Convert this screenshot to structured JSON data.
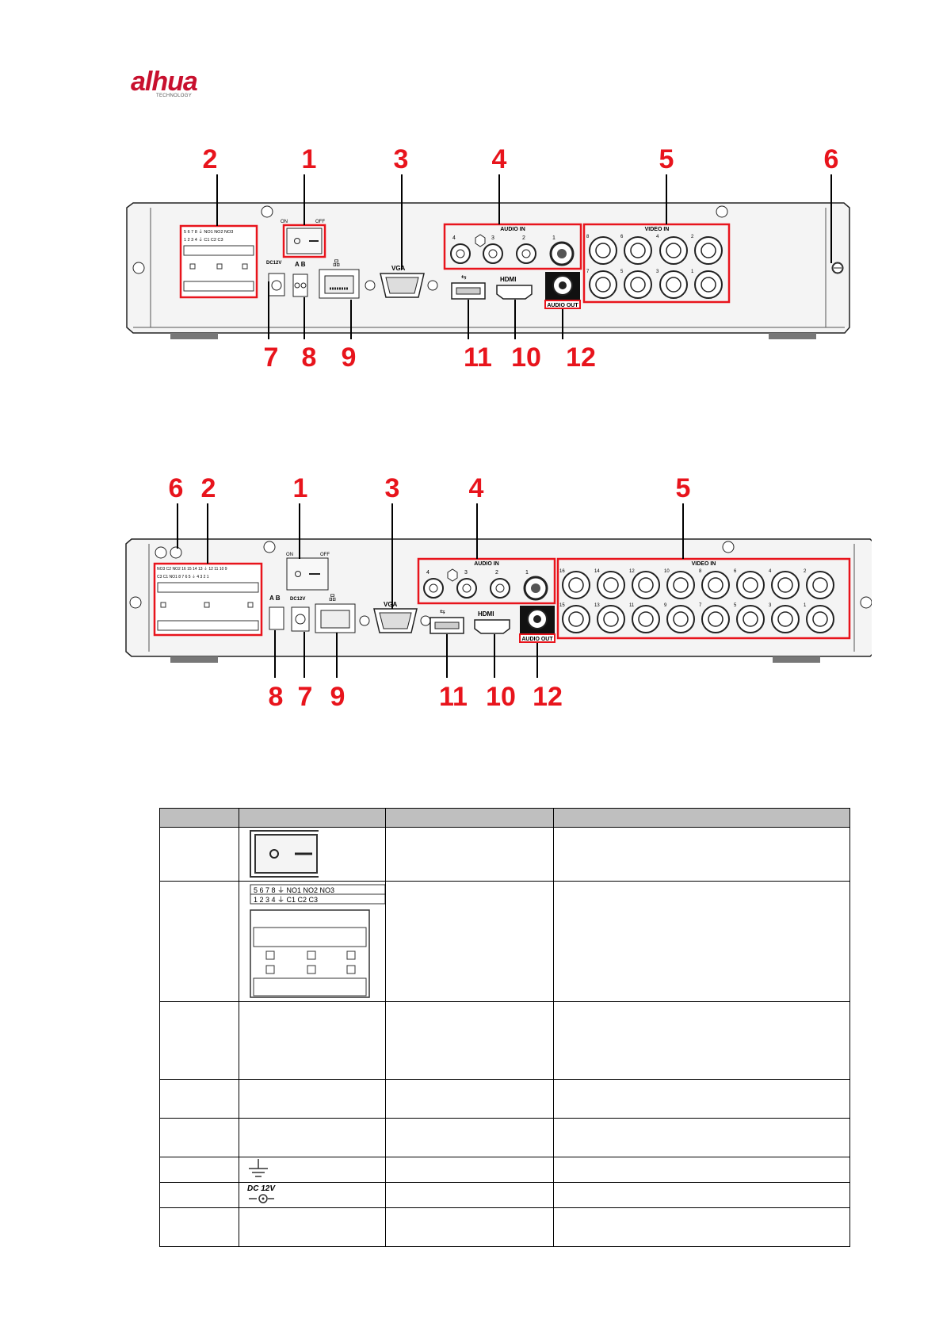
{
  "logo": {
    "brand": "alhua",
    "sub": "TECHNOLOGY"
  },
  "panel1": {
    "callouts_top": [
      "2",
      "1",
      "3",
      "4",
      "5",
      "6"
    ],
    "callouts_bottom": [
      "7",
      "8",
      "9",
      "11",
      "10",
      "12"
    ],
    "labels": {
      "on": "ON",
      "off": "OFF",
      "audio_in": "AUDIO IN",
      "video_in": "VIDEO IN",
      "vga": "VGA",
      "hdmi": "HDMI",
      "audio_out": "AUDIO OUT",
      "dc12v": "DC12V",
      "ab": "A B",
      "audio_nums": [
        "4",
        "3",
        "2",
        "1"
      ],
      "video_top_nums": [
        "8",
        "6",
        "4",
        "2"
      ],
      "video_bottom_nums": [
        "7",
        "5",
        "3",
        "1"
      ],
      "alarm_row1": "5 6 7 8 ⏚ NO1 NO2 NO3",
      "alarm_row2": "1 2 3 4 ⏚ C1 C2 C3"
    }
  },
  "panel2": {
    "callouts_top": [
      "6",
      "2",
      "1",
      "3",
      "4",
      "5"
    ],
    "callouts_bottom": [
      "8",
      "7",
      "9",
      "11",
      "10",
      "12"
    ],
    "labels": {
      "on": "ON",
      "off": "OFF",
      "audio_in": "AUDIO IN",
      "video_in": "VIDEO IN",
      "vga": "VGA",
      "hdmi": "HDMI",
      "audio_out": "AUDIO OUT",
      "dc12v": "DC12V",
      "ab": "A B",
      "audio_nums": [
        "4",
        "3",
        "2",
        "1"
      ],
      "video_top_nums": [
        "16",
        "14",
        "12",
        "10",
        "8",
        "6",
        "4",
        "2"
      ],
      "video_bottom_nums": [
        "15",
        "13",
        "11",
        "9",
        "7",
        "5",
        "3",
        "1"
      ],
      "alarm_row1": "NO3 C2 NO2 16 15 14 13 ⏚ 12 11 10 9",
      "alarm_row2": "C3 C1 NO1 8 7 6 5 ⏚ 4 3 2 1"
    }
  },
  "table": {
    "headers": [
      "",
      "",
      "",
      ""
    ],
    "row2_labels": {
      "top": "5 6 7 8 ⏚ NO1 NO2 NO3",
      "bottom": "1 2 3 4 ⏚ C1 C2 C3"
    },
    "row7_label": "DC 12V"
  }
}
